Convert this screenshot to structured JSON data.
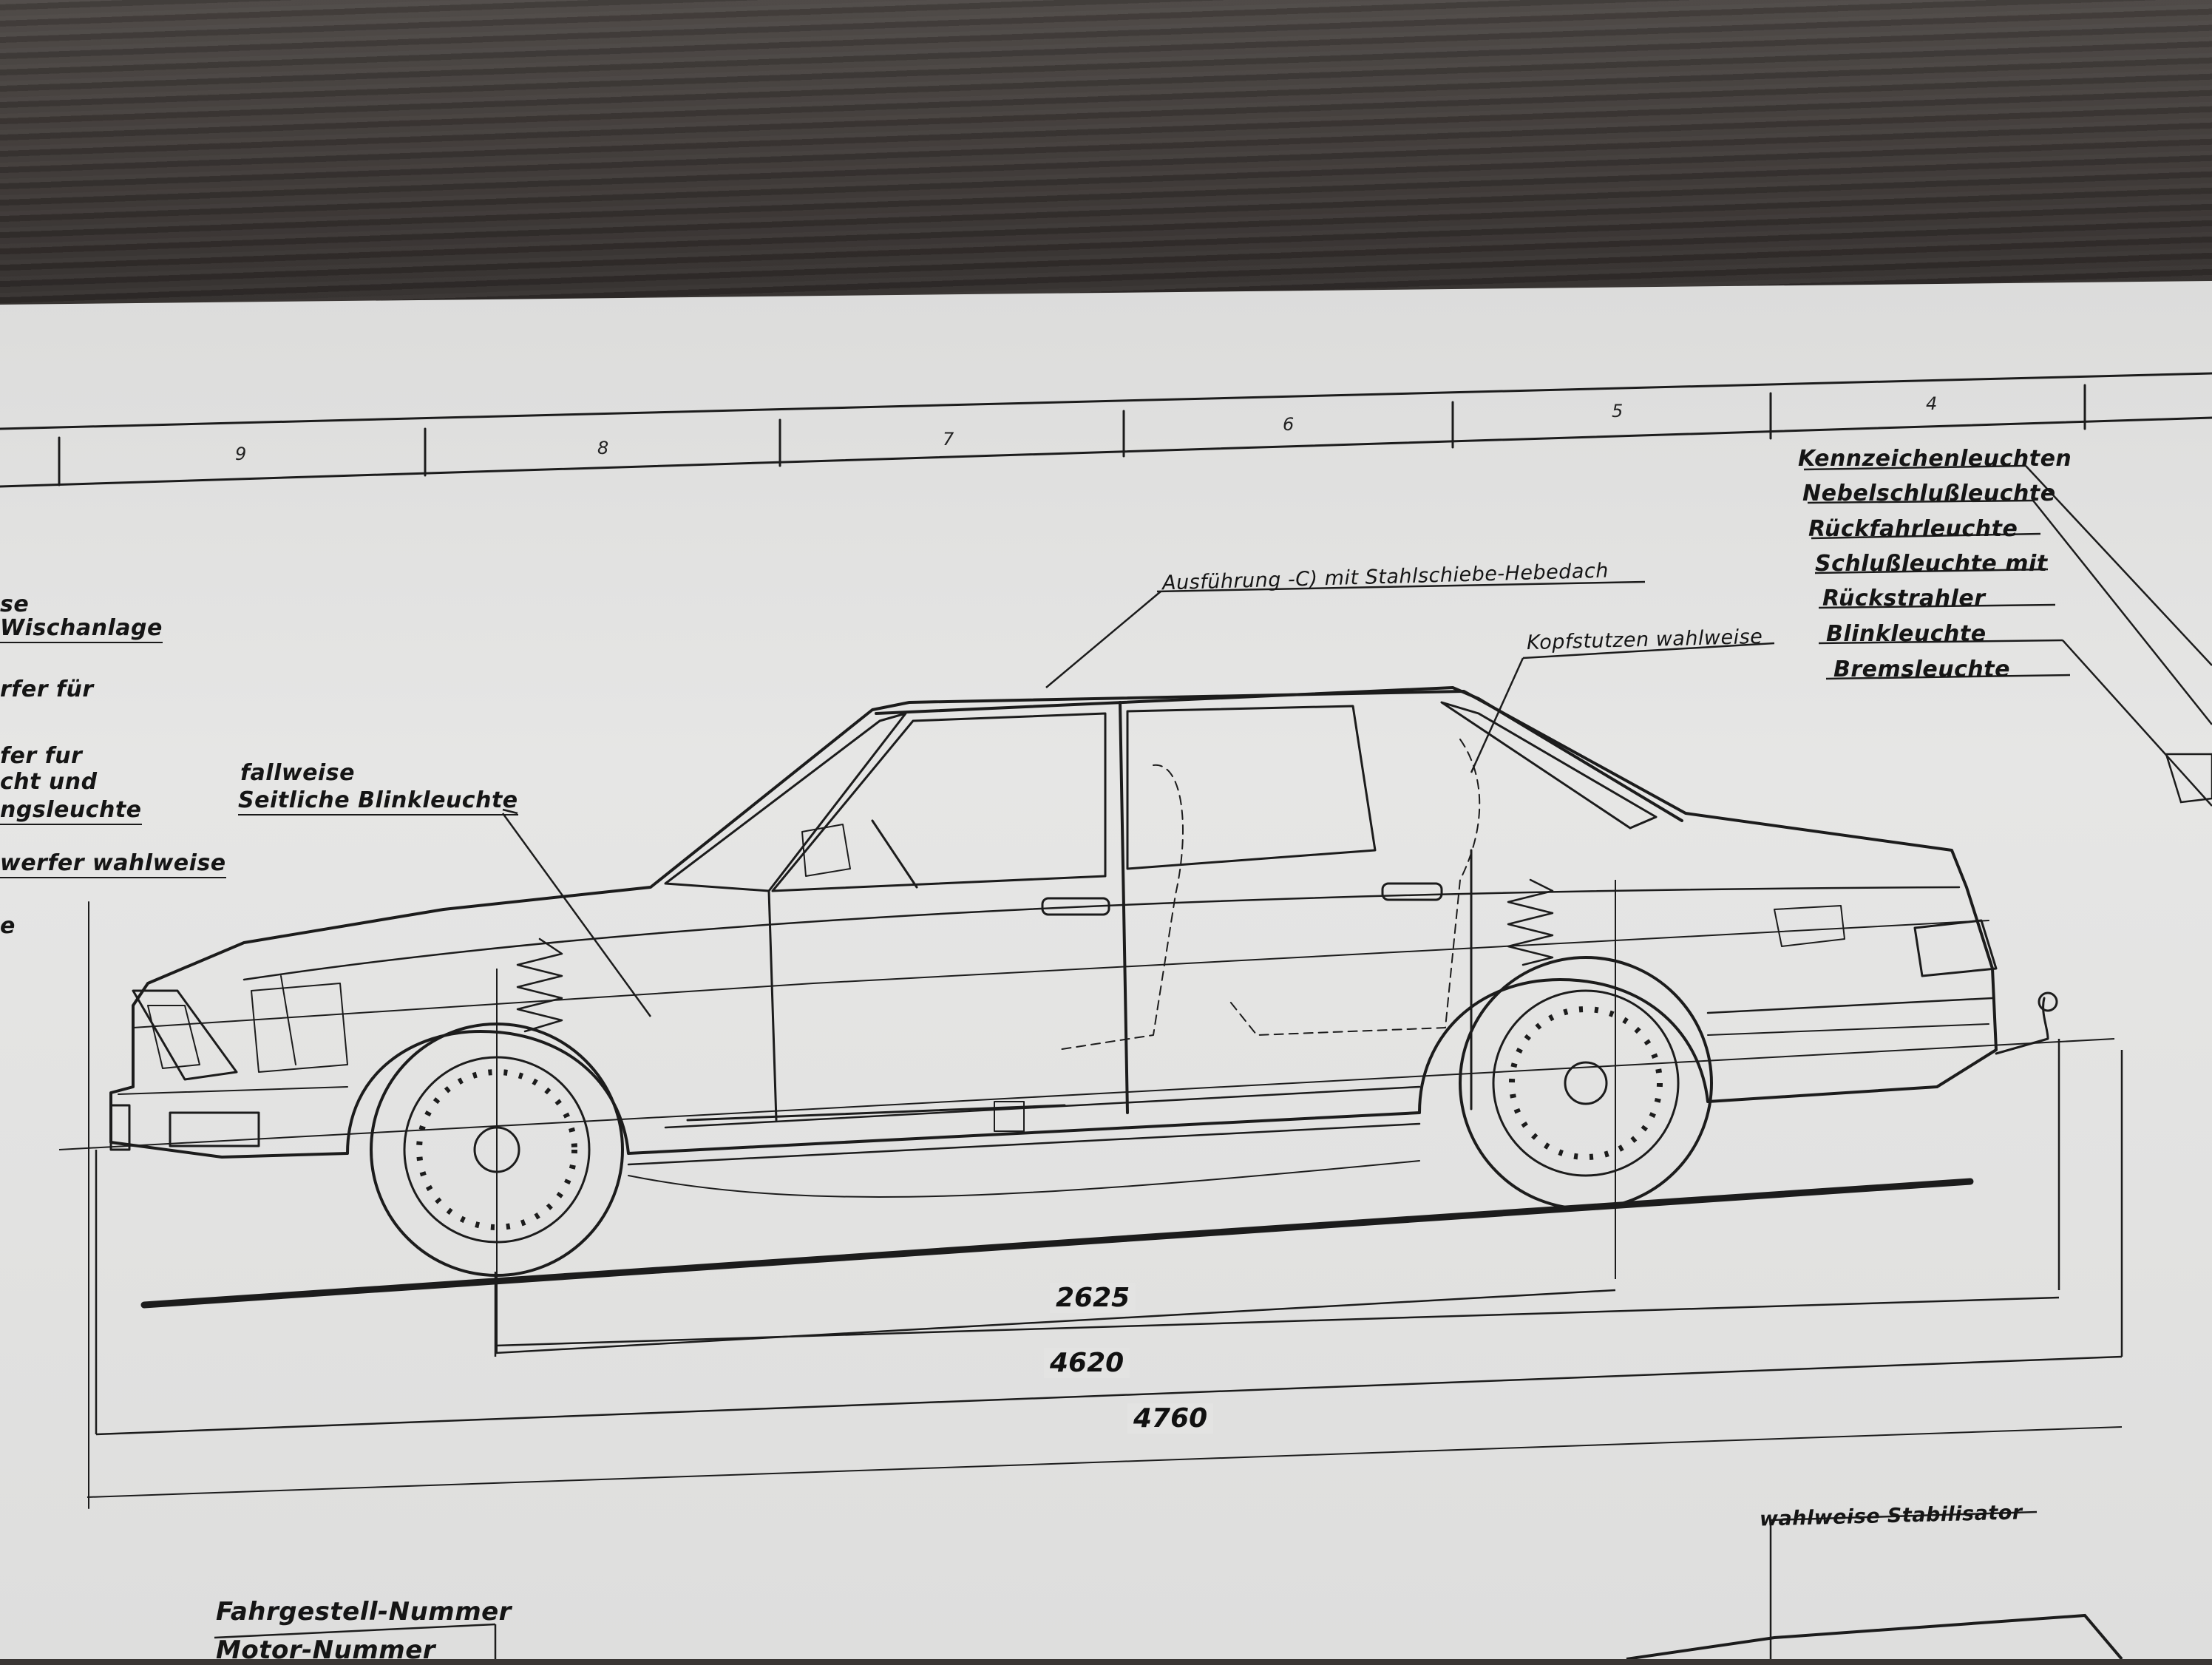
{
  "zones": [
    "9",
    "8",
    "7",
    "6",
    "5",
    "4"
  ],
  "left_labels": [
    "se",
    "Wischanlage",
    "rfer  für",
    "fer  fur",
    "cht  und",
    "ngsleuchte",
    "werfer  wahlweise",
    "e"
  ],
  "callouts": {
    "blinker": [
      "fallweise",
      "Seitliche Blinkleuchte"
    ],
    "roof": "Ausführung -C) mit Stahlschiebe-Hebedach",
    "headrest": "Kopfstutzen wahlweise",
    "stabilizer": "wahlweise Stabilisator"
  },
  "rear_lights": [
    "Kennzeichenleuchten",
    "Nebelschlußleuchte",
    "Rückfahrleuchte",
    "Schlußleuchte mit",
    "Rückstrahler",
    "Blinkleuchte",
    "Bremsleuchte"
  ],
  "dimensions": {
    "wheelbase": "2625",
    "length": "4620",
    "overall_length": "4760"
  },
  "bottom_labels": [
    "Fahrgestell-Nummer",
    "Motor-Nummer"
  ],
  "colors": {
    "ink": "#151515",
    "paper": "#e2e2e1",
    "wood": "#3a3634"
  }
}
